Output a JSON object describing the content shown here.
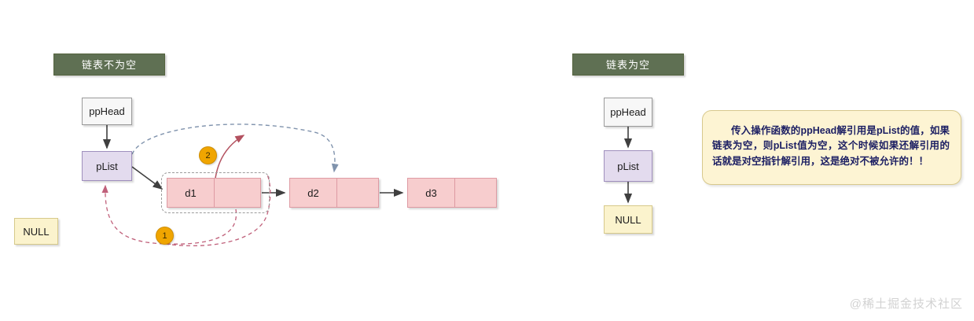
{
  "sections": {
    "left": {
      "header": "链表不为空"
    },
    "right": {
      "header": "链表为空"
    }
  },
  "left_diagram": {
    "ppHead_label": "ppHead",
    "pList_label": "pList",
    "null_label": "NULL",
    "nodes": [
      {
        "data": "d1"
      },
      {
        "data": "d2"
      },
      {
        "data": "d3"
      }
    ],
    "steps": [
      {
        "number": "1"
      },
      {
        "number": "2"
      }
    ]
  },
  "right_diagram": {
    "ppHead_label": "ppHead",
    "pList_label": "pList",
    "null_label": "NULL"
  },
  "callout": {
    "text": "传入操作函数的ppHead解引用是pList的值，如果链表为空，则pList值为空，这个时候如果还解引用的话就是对空指针解引用，这是绝对不被允许的！！"
  },
  "watermark": {
    "text": "@稀土掘金技术社区"
  },
  "colors": {
    "header_green": "#5f7053",
    "node_pink": "#f7cdce",
    "node_pink_border": "#de9aa3",
    "plist_purple": "#e3dbee",
    "plist_purple_border": "#9f8fbd",
    "null_yellow": "#fbf3cd",
    "callout_bg": "#fdf4d3",
    "callout_text": "#1c1f63",
    "badge_orange": "#f0a500",
    "edge_dark": "#3f3f3f",
    "edge_red_dashed": "#c0607a",
    "edge_red_solid": "#b3515f",
    "edge_blue_dashed": "#8093ad"
  }
}
